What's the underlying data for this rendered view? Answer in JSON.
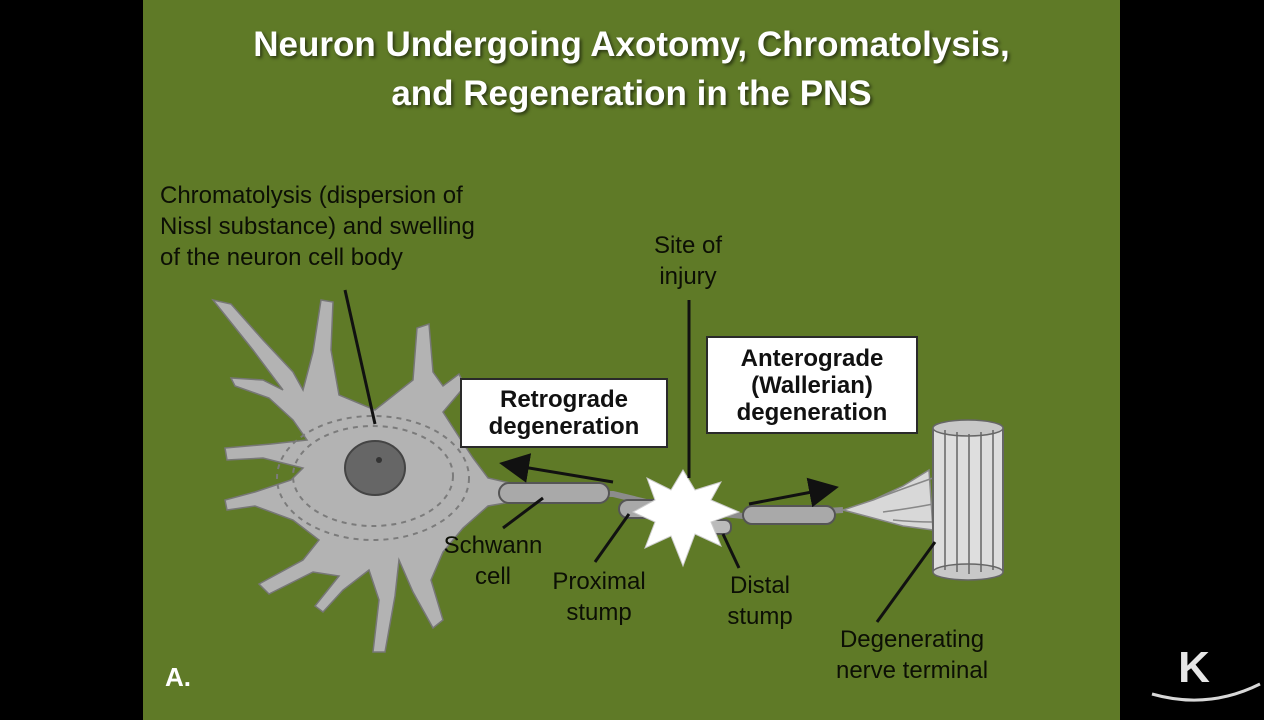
{
  "title": {
    "line1": "Neuron Undergoing Axotomy, Chromatolysis,",
    "line2": "and Regeneration in the PNS"
  },
  "labels": {
    "chromatolysis": [
      "Chromatolysis (dispersion of",
      "Nissl substance) and swelling",
      "of the neuron cell body"
    ],
    "site_of_injury": [
      "Site of",
      "injury"
    ],
    "retrograde": [
      "Retrograde",
      "degeneration"
    ],
    "anterograde": [
      "Anterograde",
      "(Wallerian)",
      "degeneration"
    ],
    "schwann_cell": [
      "Schwann",
      "cell"
    ],
    "proximal_stump": [
      "Proximal",
      "stump"
    ],
    "distal_stump": [
      "Distal",
      "stump"
    ],
    "degenerating_terminal": [
      "Degenerating",
      "nerve terminal"
    ]
  },
  "panel_letter": "A.",
  "logo": {
    "letter": "K"
  },
  "colors": {
    "background": "#5f7a27",
    "frame": "#000000",
    "title": "#ffffff",
    "neuron": "#b5b5b5"
  }
}
